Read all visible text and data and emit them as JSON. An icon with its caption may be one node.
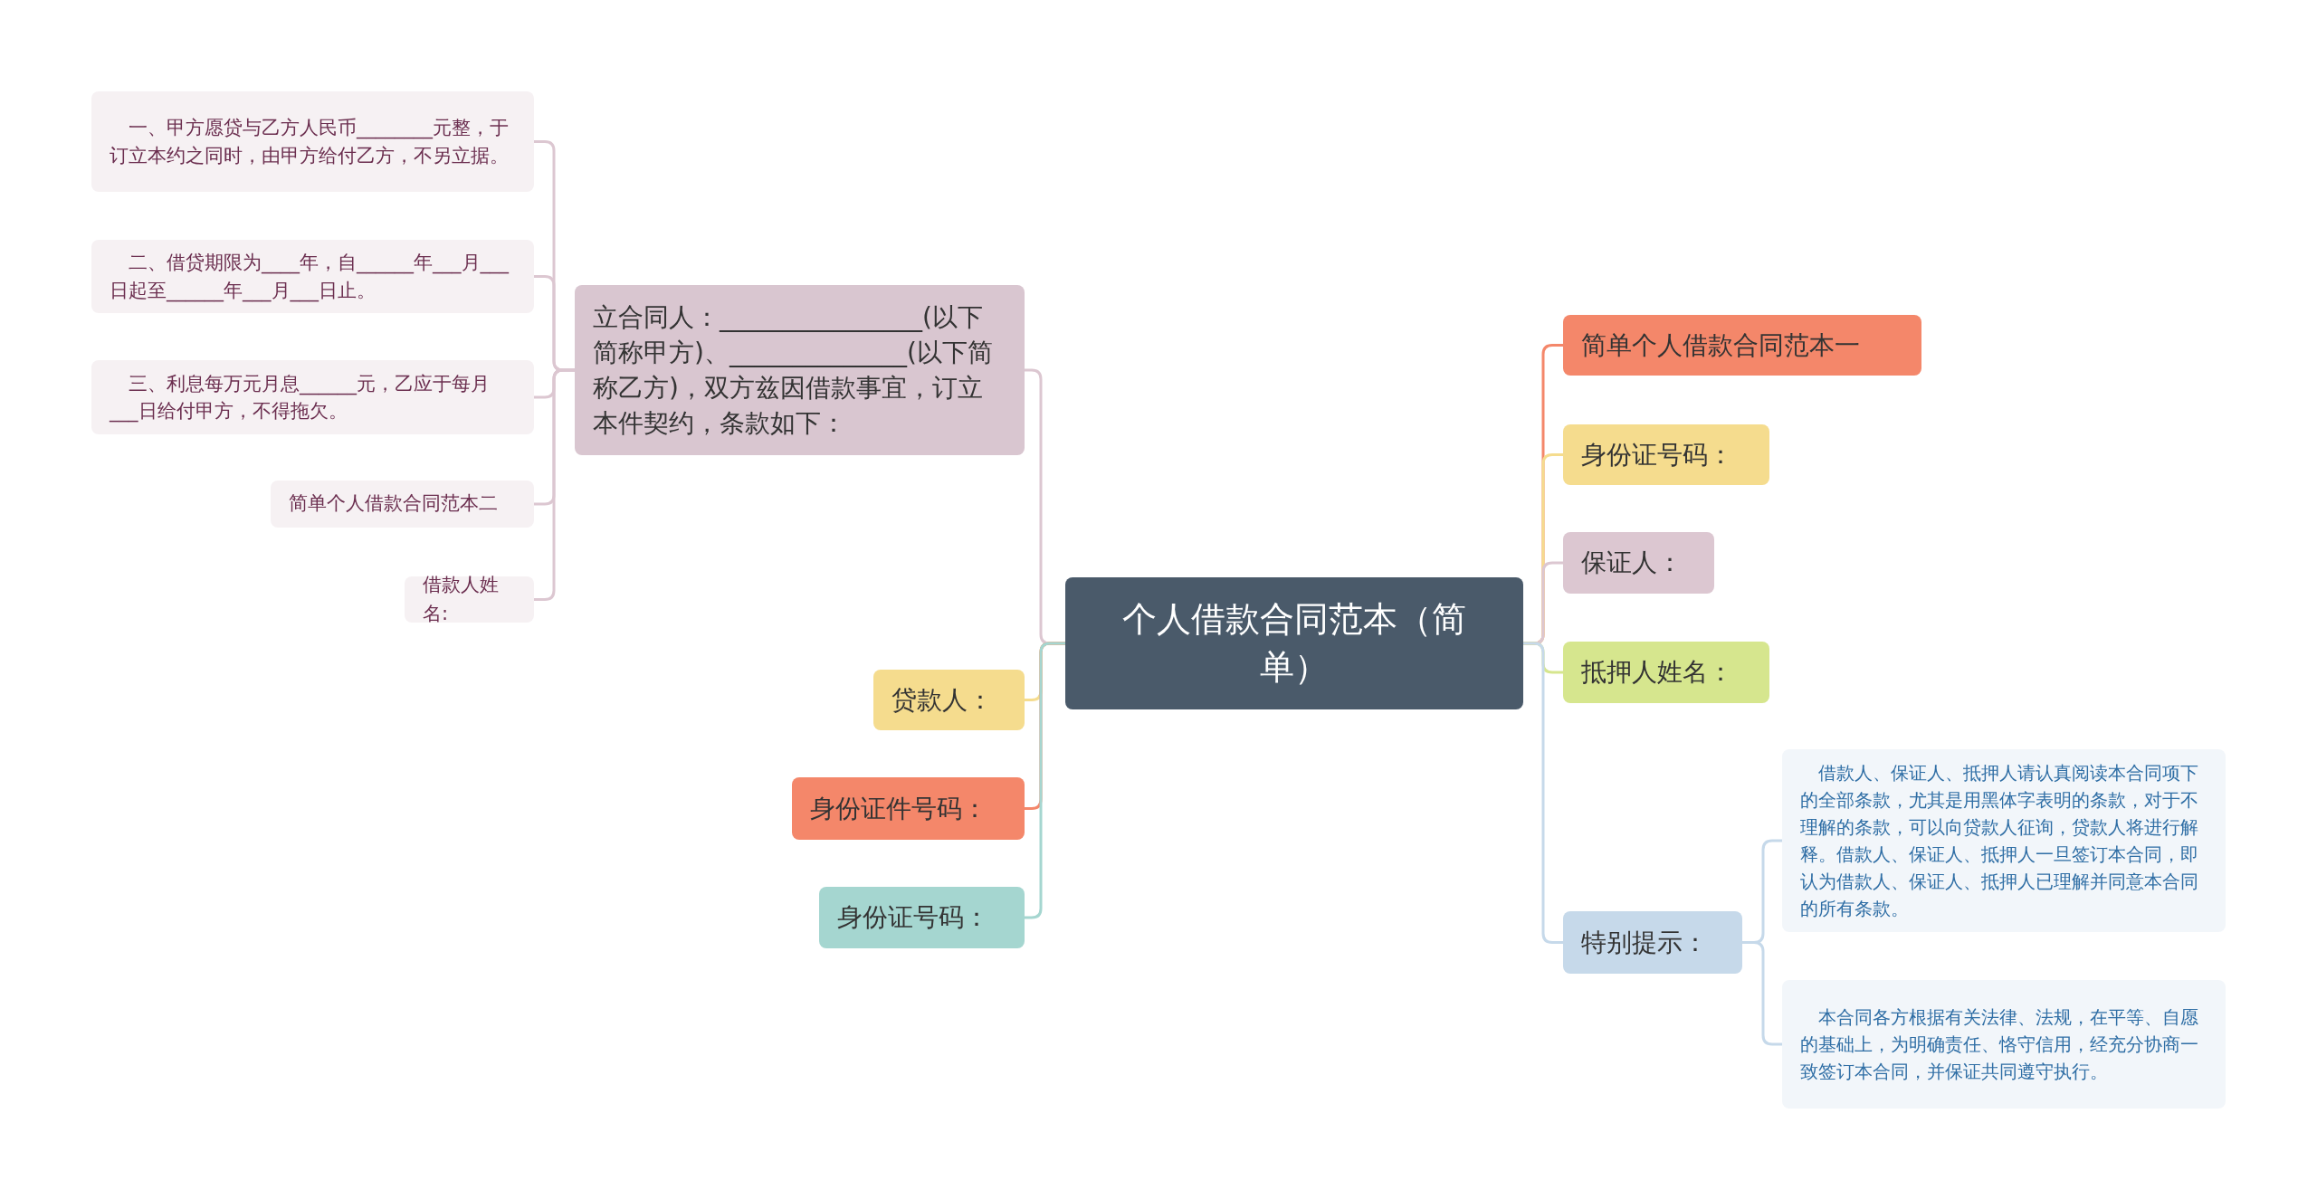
{
  "diagram": {
    "nodes": [
      {
        "text": [
          "个人借款合同范本（简单）"
        ]
      },
      {
        "text": [
          "立合同人：________________(以下简称甲方)、______________(以下简称乙方)，双方兹因借款事宜，订立本件契约，条款如下："
        ]
      },
      {
        "text": [
          "一、甲方愿贷与乙方人民币________元整，于订立本约之同时，由甲方给付乙方，不另立据。"
        ]
      },
      {
        "text": [
          "二、借贷期限为____年，自______年___月___日起至______年___月___日止。"
        ]
      },
      {
        "text": [
          "三、利息每万元月息______元，乙应于每月___日给付甲方，不得拖欠。"
        ]
      },
      {
        "text": [
          "简单个人借款合同范本二"
        ]
      },
      {
        "text": [
          "借款人姓名:"
        ]
      },
      {
        "text": [
          "贷款人："
        ]
      },
      {
        "text": [
          "身份证件号码："
        ]
      },
      {
        "text": [
          "身份证号码："
        ]
      },
      {
        "text": [
          "简单个人借款合同范本一"
        ]
      },
      {
        "text": [
          "身份证号码："
        ]
      },
      {
        "text": [
          "保证人："
        ]
      },
      {
        "text": [
          "抵押人姓名："
        ]
      },
      {
        "text": [
          "特别提示："
        ]
      },
      {
        "text": [
          "借款人、保证人、抵押人请认真阅读本合同项下的全部条款，尤其是用黑体字表明的条款，对于不理解的条款，可以向贷款人征询，贷款人将进行解释。借款人、保证人、抵押人一旦签订本合同，即认为借款人、保证人、抵押人已理解并同意本合同的所有条款。"
        ]
      },
      {
        "text": [
          "本合同各方根据有关法律、法规，在平等、自愿的基础上，为明确责任、恪守信用，经充分协商一致签订本合同，并保证共同遵守执行。"
        ]
      }
    ],
    "edges": [
      {
        "from": 0,
        "to": 1,
        "arrow": "none",
        "color": "#dcc7d1"
      },
      {
        "from": 1,
        "to": 2,
        "arrow": "none",
        "color": "#dcc7d1"
      },
      {
        "from": 1,
        "to": 3,
        "arrow": "none",
        "color": "#dcc7d1"
      },
      {
        "from": 1,
        "to": 4,
        "arrow": "none",
        "color": "#dcc7d1"
      },
      {
        "from": 1,
        "to": 5,
        "arrow": "none",
        "color": "#dcc7d1"
      },
      {
        "from": 1,
        "to": 6,
        "arrow": "none",
        "color": "#dcc7d1"
      },
      {
        "from": 0,
        "to": 7,
        "arrow": "none",
        "color": "#f5dc8e"
      },
      {
        "from": 0,
        "to": 8,
        "arrow": "none",
        "color": "#f4876a"
      },
      {
        "from": 0,
        "to": 9,
        "arrow": "none",
        "color": "#a5d6d0"
      },
      {
        "from": 0,
        "to": 10,
        "arrow": "none",
        "color": "#f4876a"
      },
      {
        "from": 0,
        "to": 11,
        "arrow": "none",
        "color": "#f5dc8e"
      },
      {
        "from": 0,
        "to": 12,
        "arrow": "none",
        "color": "#dcc7d1"
      },
      {
        "from": 0,
        "to": 13,
        "arrow": "none",
        "color": "#d6e68e"
      },
      {
        "from": 0,
        "to": 14,
        "arrow": "none",
        "color": "#c6d9ea"
      },
      {
        "from": 14,
        "to": 15,
        "arrow": "none",
        "color": "#c6d9ea"
      },
      {
        "from": 14,
        "to": 16,
        "arrow": "none",
        "color": "#c6d9ea"
      }
    ]
  }
}
